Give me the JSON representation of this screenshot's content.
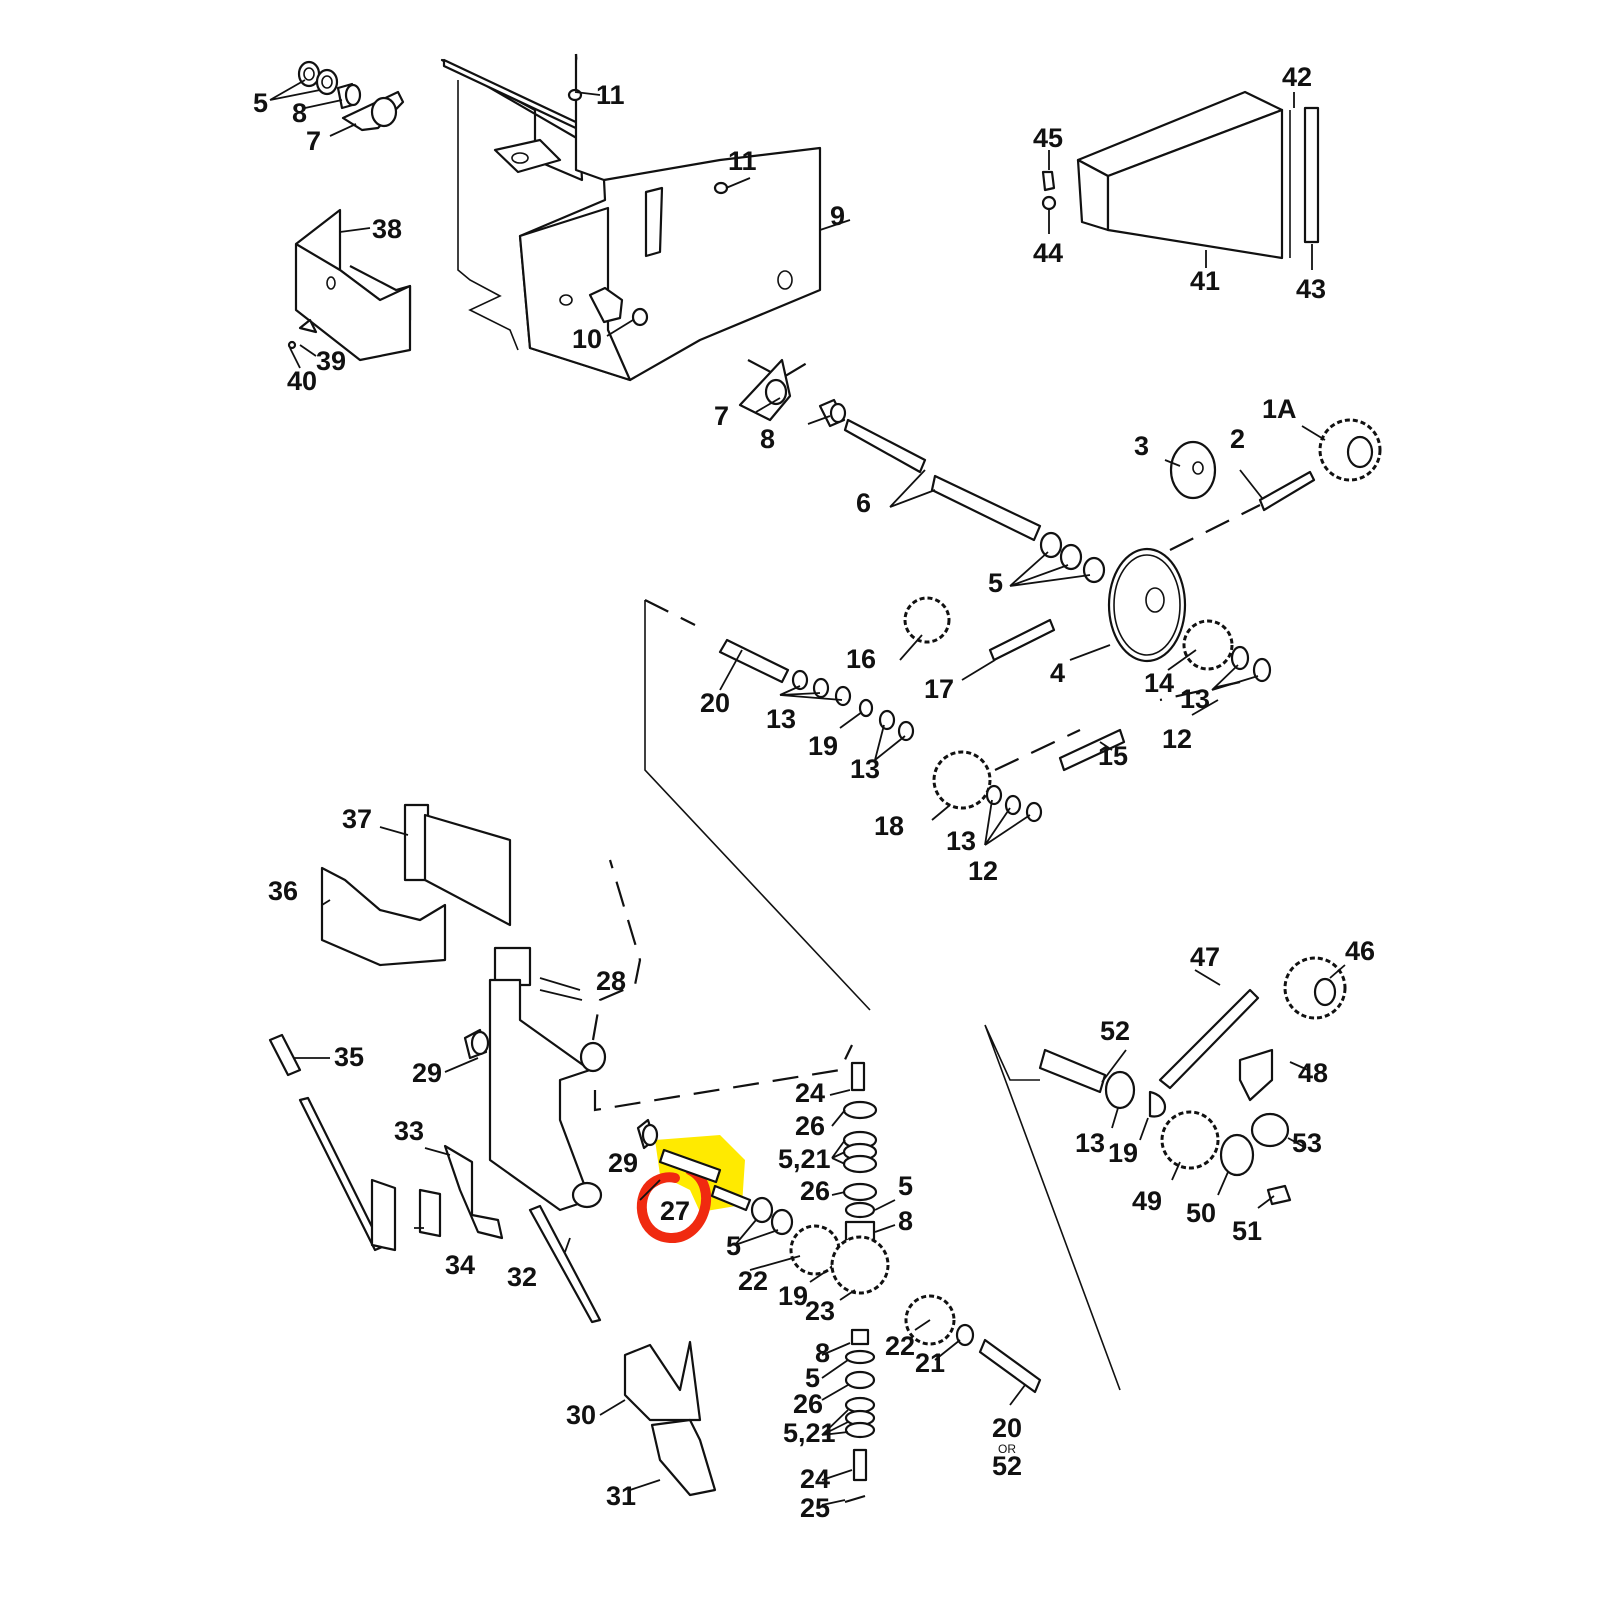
{
  "title": "Exploded parts diagram – drive and gearbox assembly",
  "highlight": {
    "part": "27",
    "fill_color": "#ffea00",
    "circle_color": "#f02a10"
  },
  "labels": {
    "p5a": "5",
    "p8a": "8",
    "p7a": "7",
    "p11a": "11",
    "p11b": "11",
    "p9": "9",
    "p10": "10",
    "p38": "38",
    "p39": "39",
    "p40": "40",
    "p45": "45",
    "p44": "44",
    "p41": "41",
    "p42": "42",
    "p43": "43",
    "p7b": "7",
    "p8b": "8",
    "p6": "6",
    "p3": "3",
    "p2": "2",
    "p1a": "1A",
    "p5b": "5",
    "p4": "4",
    "p16": "16",
    "p17": "17",
    "p14": "14",
    "p13a": "13",
    "p12a": "12",
    "p20a": "20",
    "p13b": "13",
    "p19a": "19",
    "p13c": "13",
    "p15": "15",
    "p18": "18",
    "p13d": "13",
    "p12b": "12",
    "p37": "37",
    "p36": "36",
    "p28": "28",
    "p35": "35",
    "p29a": "29",
    "p33": "33",
    "p34": "34",
    "p32": "32",
    "p29b": "29",
    "p27": "27",
    "p24a": "24",
    "p26a": "26",
    "p521a": "5,21",
    "p26b": "26",
    "p5c": "5",
    "p8c": "8",
    "p5d": "5",
    "p22a": "22",
    "p19b": "19",
    "p23": "23",
    "p47": "47",
    "p46": "46",
    "p52a": "52",
    "p48": "48",
    "p13e": "13",
    "p19c": "19",
    "p53": "53",
    "p49": "49",
    "p50": "50",
    "p51": "51",
    "p30": "30",
    "p31": "31",
    "p8d": "8",
    "p5e": "5",
    "p26c": "26",
    "p521b": "5,21",
    "p24b": "24",
    "p25": "25",
    "p22b": "22",
    "p21": "21",
    "p20b": "20",
    "p_or": "OR",
    "p52b": "52"
  }
}
